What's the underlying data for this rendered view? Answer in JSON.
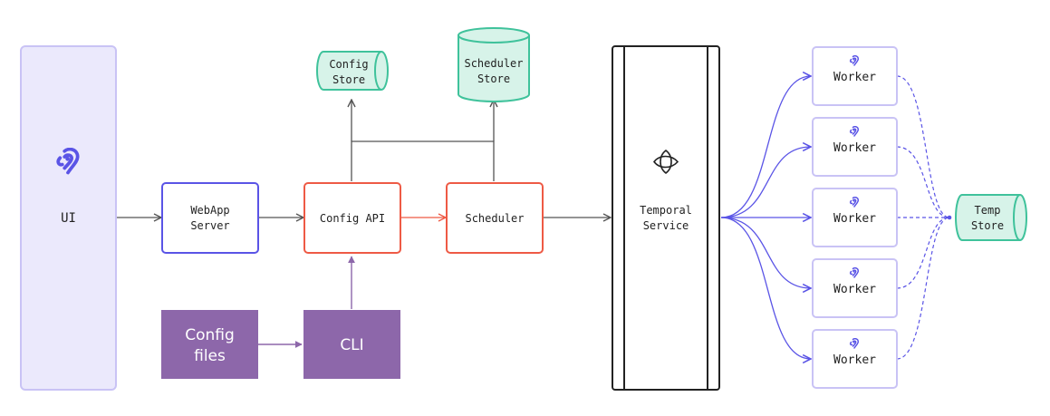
{
  "nodes": {
    "ui": {
      "label": "UI",
      "icon": "airbyte-logo-icon"
    },
    "webapp_server": {
      "line1": "WebApp",
      "line2": "Server"
    },
    "config_api": {
      "label": "Config API"
    },
    "scheduler": {
      "label": "Scheduler"
    },
    "config_store": {
      "line1": "Config",
      "line2": "Store"
    },
    "scheduler_store": {
      "line1": "Scheduler",
      "line2": "Store"
    },
    "config_files": {
      "line1": "Config",
      "line2": "files"
    },
    "cli": {
      "label": "CLI"
    },
    "temporal_service": {
      "line1": "Temporal",
      "line2": "Service",
      "icon": "temporal-logo-icon"
    },
    "workers": [
      {
        "label": "Worker",
        "icon": "airbyte-logo-icon"
      },
      {
        "label": "Worker",
        "icon": "airbyte-logo-icon"
      },
      {
        "label": "Worker",
        "icon": "airbyte-logo-icon"
      },
      {
        "label": "Worker",
        "icon": "airbyte-logo-icon"
      },
      {
        "label": "Worker",
        "icon": "airbyte-logo-icon"
      }
    ],
    "temp_store": {
      "line1": "Temp",
      "line2": "Store"
    }
  },
  "colors": {
    "lavender_stroke": "#c9c3f5",
    "lavender_fill": "#ebe9fc",
    "indigo": "#5a54e6",
    "red": "#ee5a45",
    "green_stroke": "#3fc29b",
    "green_fill": "#d7f3e9",
    "purple": "#8d67aa",
    "gray": "#555555",
    "black": "#222222"
  }
}
